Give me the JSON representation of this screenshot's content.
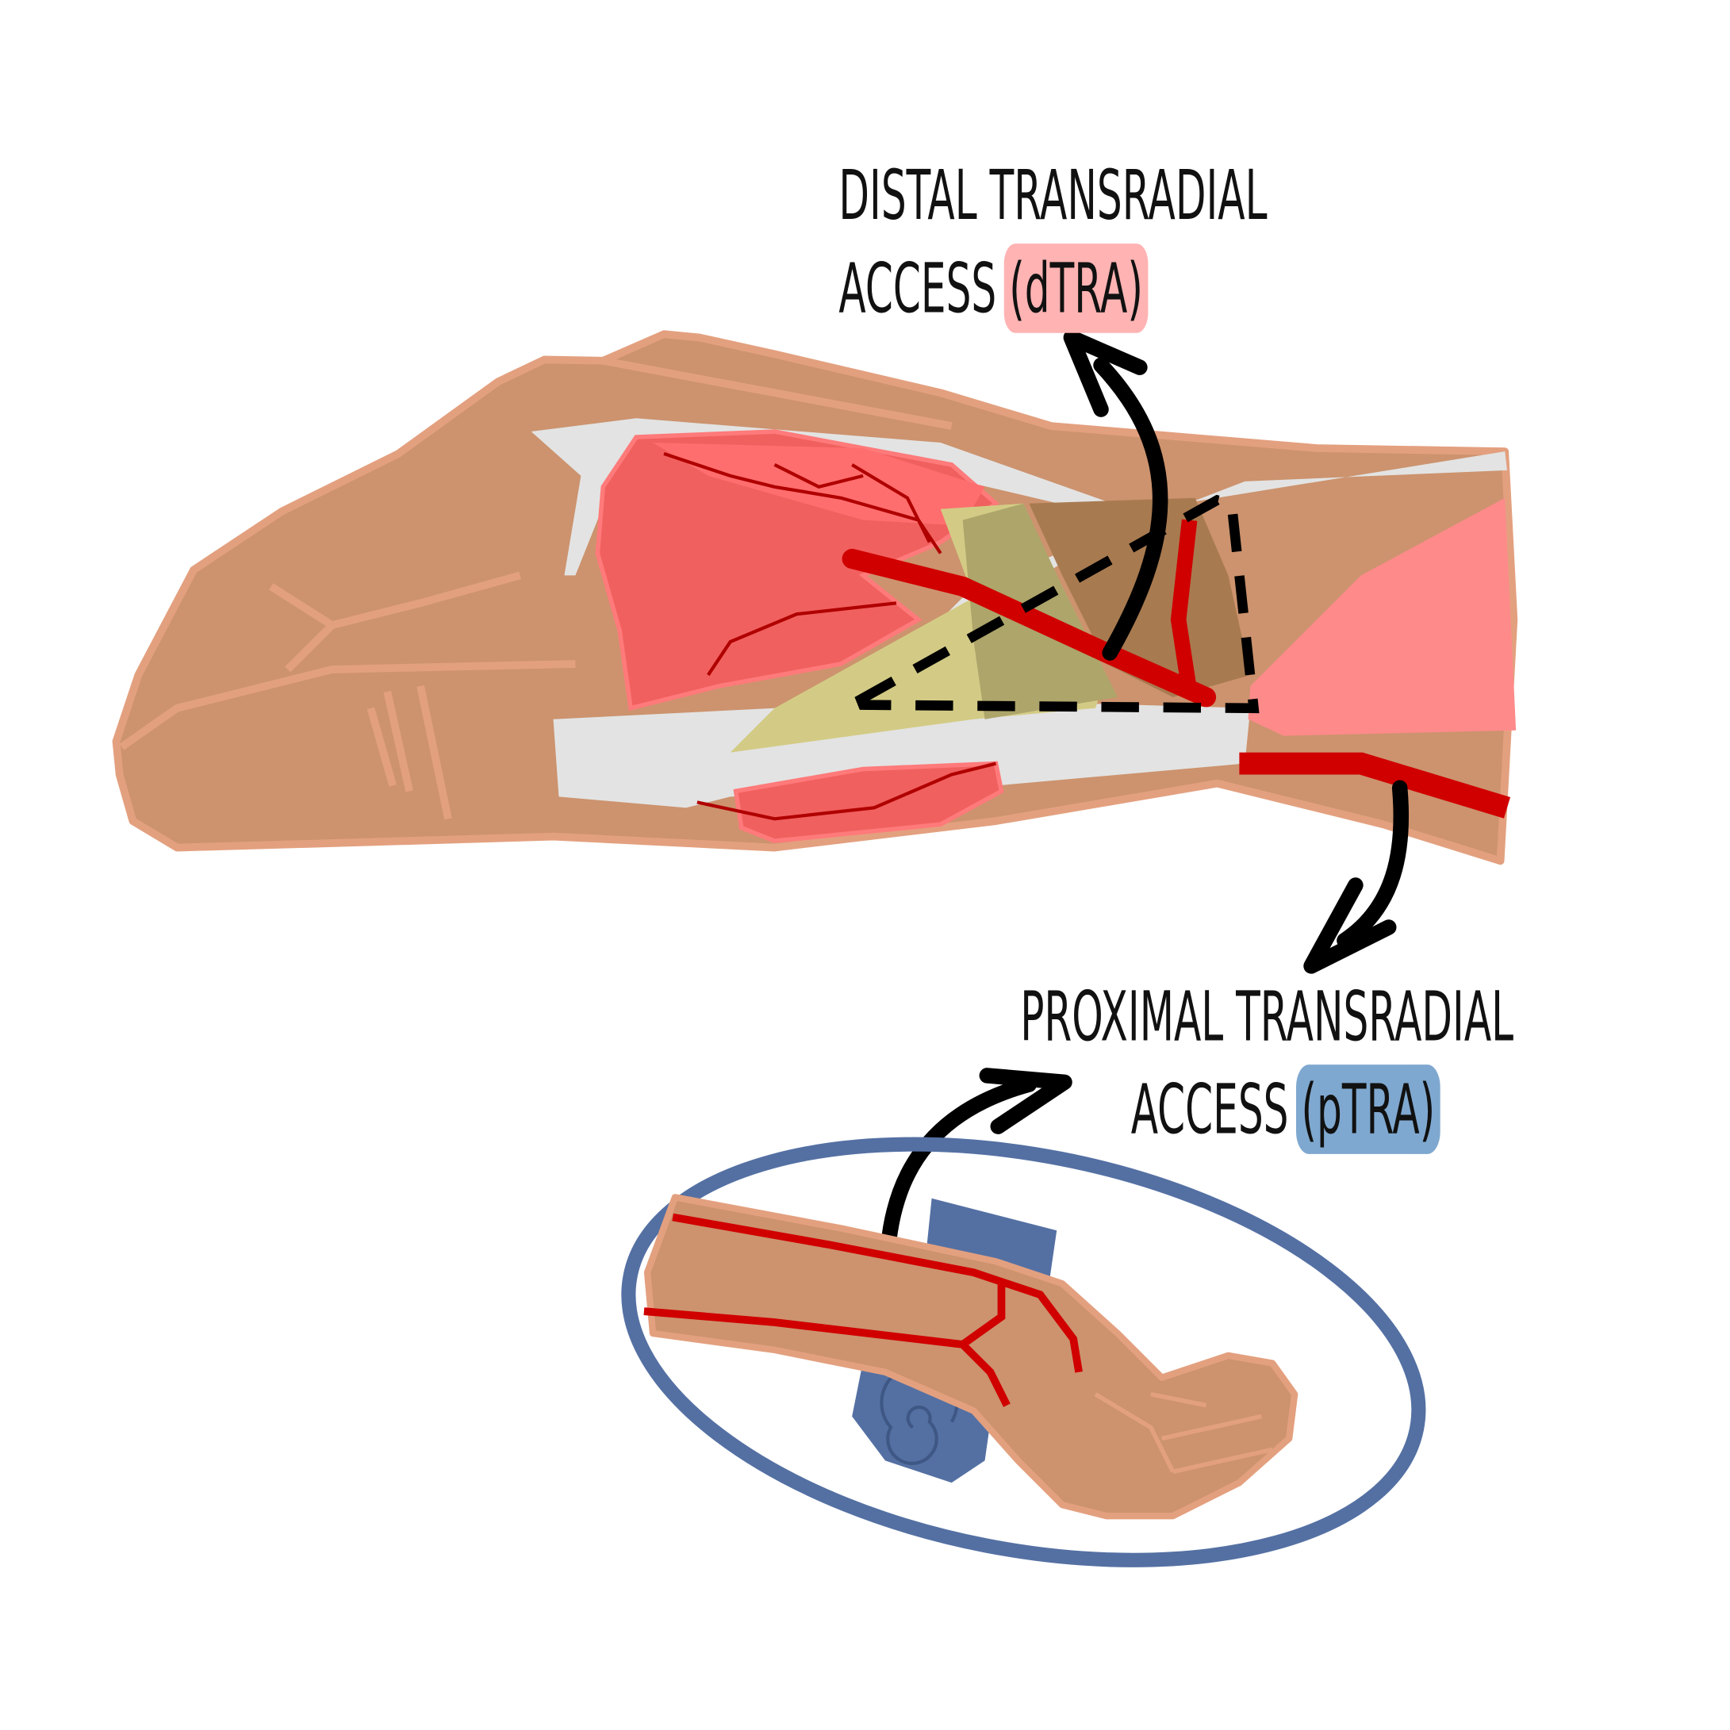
{
  "labels": {
    "distal_line1": "DISTAL TRANSRADIAL",
    "distal_line2": "ACCESS",
    "distal_abbrev": "(dTRA)",
    "proximal_line1": "PROXIMAL TRANSRADIAL",
    "proximal_line2": "ACCESS",
    "proximal_abbrev": "(pTRA)"
  },
  "colors": {
    "skin": "#CC936E",
    "skin_outline": "#E3A07F",
    "bone": "#E3E3E3",
    "muscle": "#F0605E",
    "muscle_light": "#FF8A8A",
    "artery": "#D00000",
    "tendon_yellow": "#D3CB85",
    "tendon_olive": "#ADA56A",
    "deep_brown": "#A87A50",
    "distal_badge": "#FFB3B3",
    "proximal_badge": "#7FA8D0",
    "ellipse": "#5470A3",
    "arrow": "#000000"
  }
}
